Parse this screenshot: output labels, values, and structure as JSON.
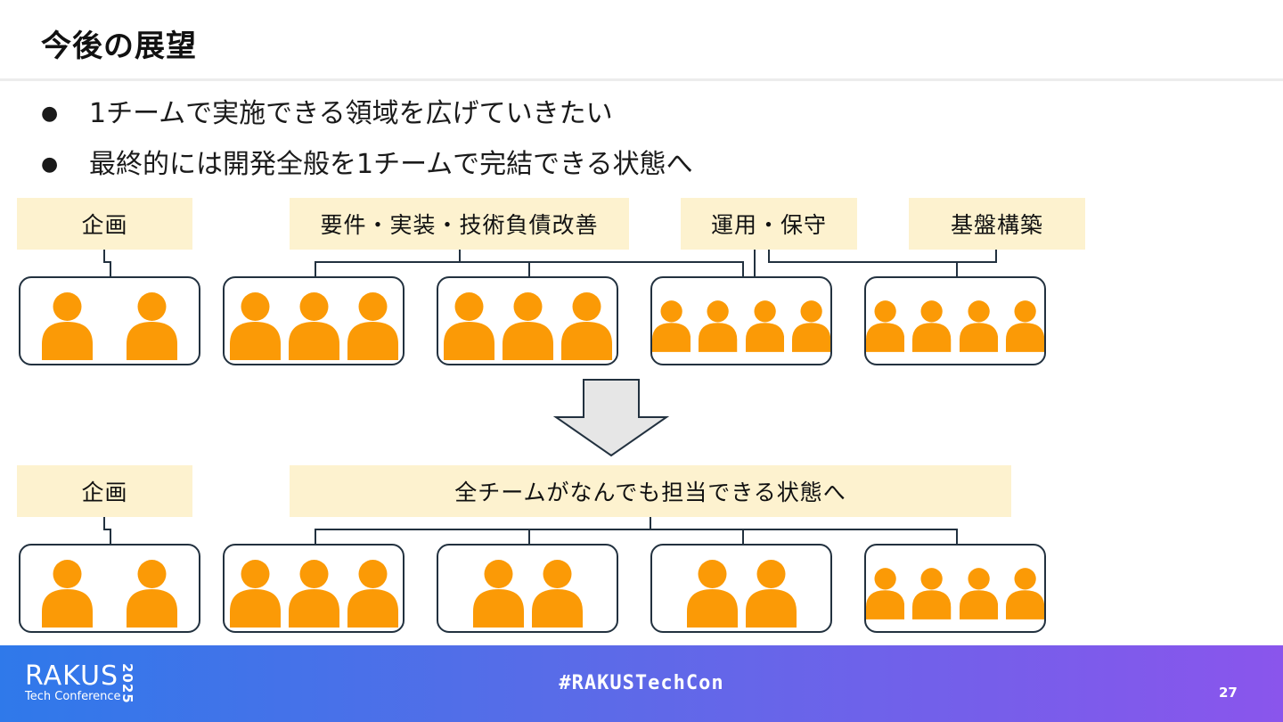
{
  "slide": {
    "title": "今後の展望",
    "bullets": [
      "1チームで実施できる領域を広げていきたい",
      "最終的には開発全般を1チームで完結できる状態へ"
    ]
  },
  "before": {
    "labels": {
      "planning": "企画",
      "development": "要件・実装・技術負債改善",
      "operations": "運用・保守",
      "infrastructure": "基盤構築"
    }
  },
  "after": {
    "labels": {
      "planning": "企画",
      "all_teams": "全チームがなんでも担当できる状態へ"
    }
  },
  "footer": {
    "logo_main": "RAKUS",
    "logo_sub": "Tech Conference",
    "logo_year": "2025",
    "hashtag": "#RAKUSTechCon",
    "page_number": "27"
  },
  "colors": {
    "person": "#fb9a06",
    "label_bg": "#fdf2cf",
    "connector": "#22313f",
    "arrow_fill": "#e6e6e6"
  }
}
